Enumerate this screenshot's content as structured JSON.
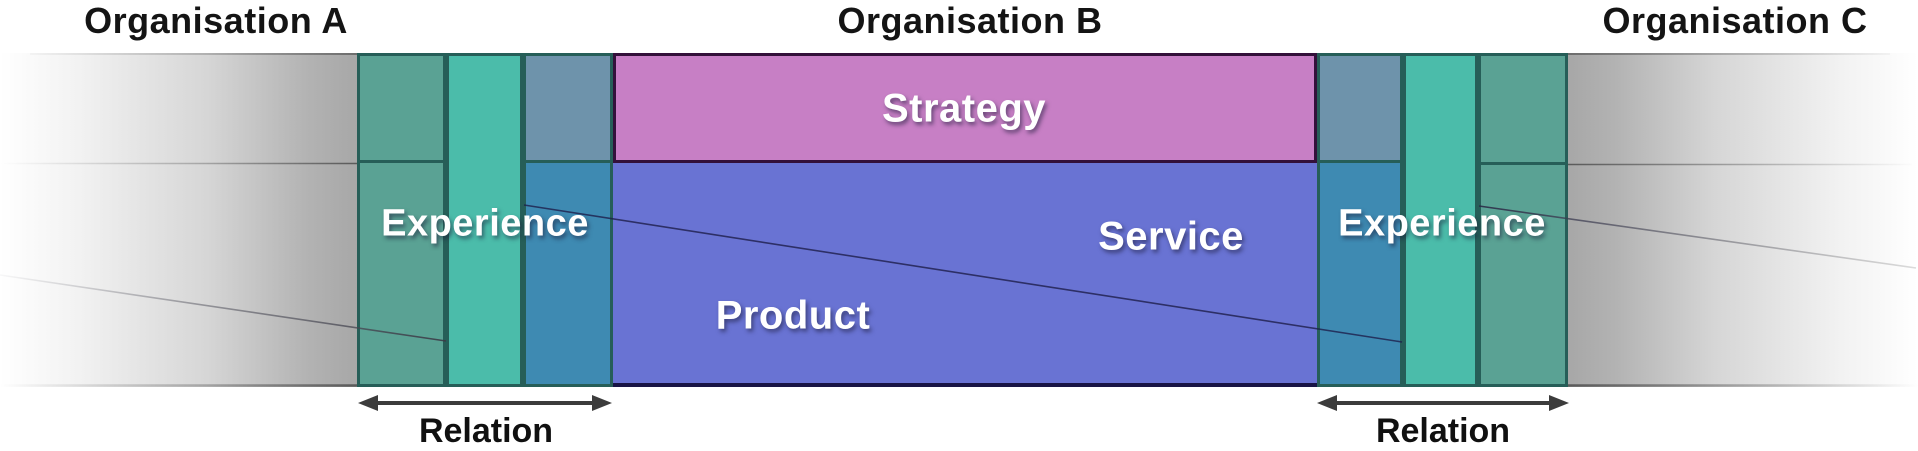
{
  "titles": {
    "org_a": "Organisation A",
    "org_b": "Organisation B",
    "org_c": "Organisation C"
  },
  "blocks": {
    "strategy": "Strategy",
    "product": "Product",
    "service": "Service",
    "experience_left": "Experience",
    "experience_right": "Experience"
  },
  "relations": {
    "left": "Relation",
    "right": "Relation"
  },
  "icons": {
    "left_relation_arrow": "double-headed-arrow",
    "right_relation_arrow": "double-headed-arrow"
  },
  "colors": {
    "sea_green": "#5aa294",
    "bright_teal": "#4bbcaa",
    "slate_blue": "#6e93ab",
    "steel_blue": "#3e8ab2",
    "strategy_magenta": "#c77fc5",
    "product_indigo": "#6973d3",
    "cell_border_teal": "#265e58",
    "strategy_border_purple": "#33103a",
    "product_border_navy": "#181445",
    "gradient_gray": "#a7a7a7",
    "arrow_dark": "#3c3c3c"
  }
}
